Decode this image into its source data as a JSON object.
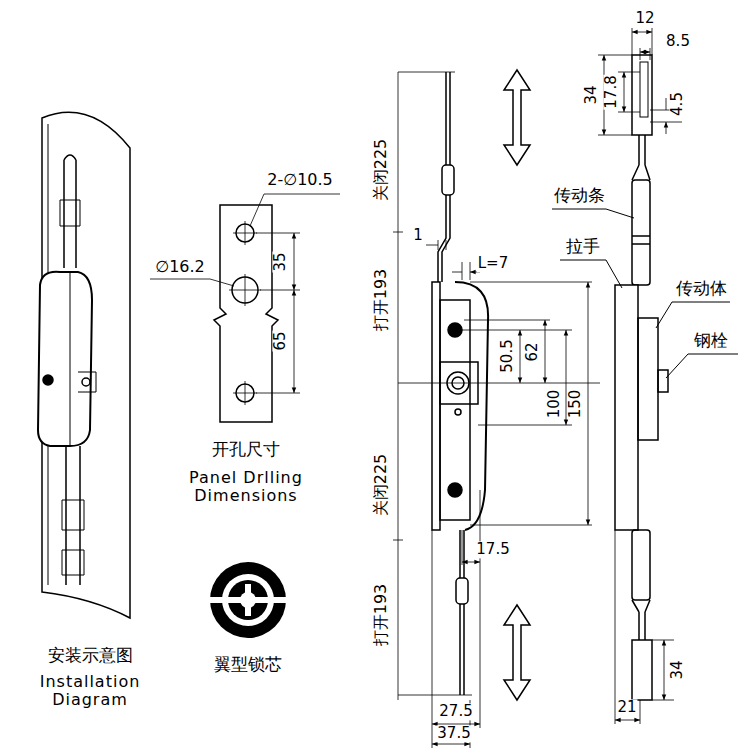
{
  "diagram": {
    "labels": [
      "12",
      "8.5",
      "34",
      "17.8",
      "4.5",
      "关闭225",
      "2-∅10.5",
      "传动条",
      "1",
      "拉手",
      "L=7",
      "∅16.2",
      "35",
      "打开193",
      "传动体",
      "钢栓",
      "50.5",
      "62",
      "65",
      "100",
      "150",
      "开孔尺寸",
      "Panel Drlling Dimensions",
      "关闭225",
      "17.5",
      "翼型锁芯",
      "打开193",
      "34",
      "安装示意图",
      "Installation Diagram",
      "21",
      "27.5",
      "37.5"
    ]
  }
}
